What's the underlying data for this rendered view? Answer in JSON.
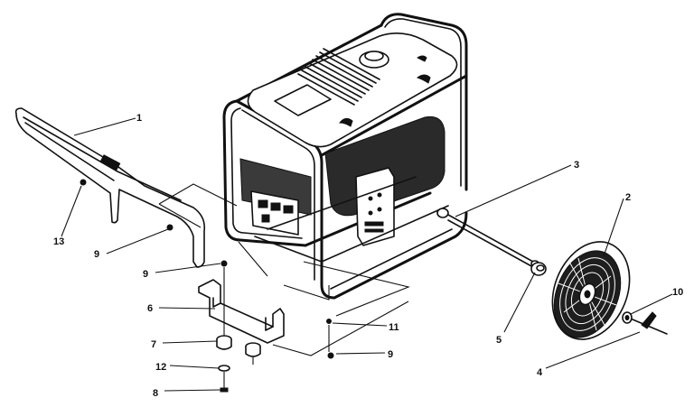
{
  "callouts": {
    "c1": "1",
    "c2": "2",
    "c3": "3",
    "c4": "4",
    "c5": "5",
    "c6": "6",
    "c7": "7",
    "c8": "8",
    "c9a": "9",
    "c9b": "9",
    "c9c": "9",
    "c10": "10",
    "c11": "11",
    "c12": "12",
    "c13": "13"
  }
}
